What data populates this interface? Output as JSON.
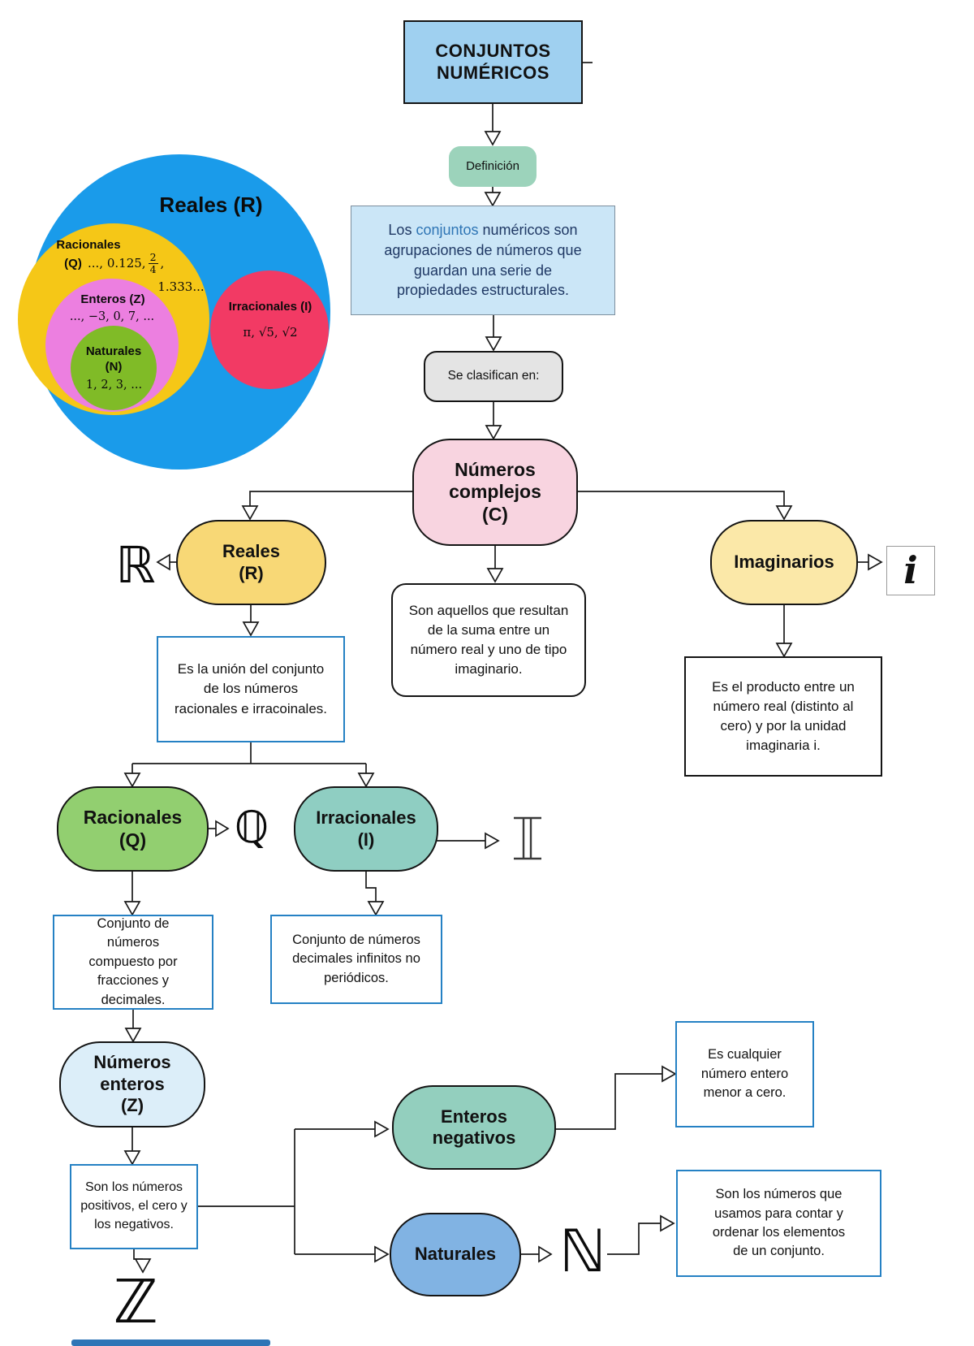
{
  "header": {
    "title": "CONJUNTOS NUMÉRICOS"
  },
  "flow": {
    "definicion_label": "Definición",
    "definition": {
      "pre": "Los ",
      "highlight": "conjuntos",
      "post": " numéricos son agrupaciones de números que guardan una serie de propiedades estructurales."
    },
    "clasifican_label": "Se clasifican en:",
    "complejos": {
      "lines": [
        "Números",
        "complejos",
        "(C)"
      ],
      "desc": "Son aquellos que resultan de la suma entre un número real y uno de tipo imaginario."
    },
    "reales": {
      "lines": [
        "Reales",
        "(R)"
      ],
      "desc": "Es la unión del conjunto de los números racionales e irracoinales."
    },
    "imaginarios": {
      "label": "Imaginarios",
      "desc": "Es el producto entre un número real (distinto al cero) y por la unidad imaginaria i."
    },
    "racionales": {
      "lines": [
        "Racionales",
        "(Q)"
      ],
      "desc": "Conjunto de números compuesto por fracciones y decimales."
    },
    "irracionales": {
      "lines": [
        "Irracionales",
        "(I)"
      ],
      "desc": "Conjunto de  números decimales infinitos no periódicos."
    },
    "enteros": {
      "lines": [
        "Números",
        "enteros",
        "(Z)"
      ],
      "desc": "Son los números positivos, el cero y los negativos."
    },
    "enteros_negativos": {
      "lines": [
        "Enteros",
        "negativos"
      ],
      "desc": "Es cualquier número  entero menor a cero."
    },
    "naturales": {
      "label": "Naturales",
      "desc": "Son los números que usamos para contar y ordenar los elementos de un conjunto."
    }
  },
  "symbols": {
    "reales": "ℝ",
    "racionales": "ℚ",
    "irracionales": "𝕀",
    "enteros": "ℤ",
    "naturales": "ℕ",
    "imaginaria": "i"
  },
  "venn": {
    "reales_title": "Reales (R)",
    "racionales_title": "Racionales",
    "racionales_sub": "(Q)",
    "racionales_ex1": "..., 0.125,",
    "frac_num": "2",
    "frac_den": "4",
    "frac_after": ",",
    "racionales_ex2": "1.333...",
    "enteros_title": "Enteros (Z)",
    "enteros_ex": "..., −3, 0, 7, ...",
    "naturales_title": "Naturales",
    "naturales_sub": "(N)",
    "naturales_ex": "1, 2, 3, ...",
    "irracionales_title": "Irracionales (I)",
    "irracionales_ex": "π, √5, √2"
  },
  "colors": {
    "title_fill": "#9FD0F0",
    "definicion_fill": "#9CD3BB",
    "definition_fill": "#CBE6F7",
    "definition_text": "#1F3864",
    "highlight_blue": "#2E75B5",
    "clasifican_fill": "#E4E4E4",
    "complejos_fill": "#F8D4E0",
    "reales_fill": "#F8D876",
    "imaginarios_fill": "#FBE8A8",
    "racionales_fill": "#92CF70",
    "irracionales_fill": "#8FCEC2",
    "enteros_fill": "#DCEEF9",
    "enteros_negativos_fill": "#93CFBE",
    "naturales_fill": "#81B3E3",
    "blue_box_border": "#2581C4",
    "venn_blue": "#1A9BEA",
    "venn_yellow": "#F5C717",
    "venn_orchid": "#EC7FE0",
    "venn_green": "#80BB27",
    "venn_crimson": "#F23A64",
    "bottom_bar": "#2E75B6"
  }
}
